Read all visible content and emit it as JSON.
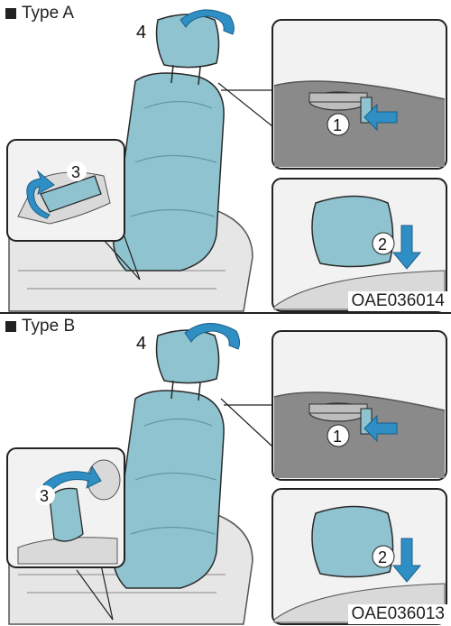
{
  "panels": [
    {
      "title": "Type A",
      "code": "OAE036014",
      "callouts": {
        "step1": "1",
        "step2": "2",
        "step3": "3",
        "step4": "4"
      }
    },
    {
      "title": "Type B",
      "code": "OAE036013",
      "callouts": {
        "step1": "1",
        "step2": "2",
        "step3": "3",
        "step4": "4"
      }
    }
  ],
  "colors": {
    "seat_blue": "#8fc3cf",
    "arrow_blue": "#2f8fc4",
    "outline": "#2a2a2a",
    "box_bg": "#f2f2f2"
  },
  "icons": [
    "rotate-arrow-icon",
    "push-arrow-icon",
    "down-arrow-icon"
  ]
}
